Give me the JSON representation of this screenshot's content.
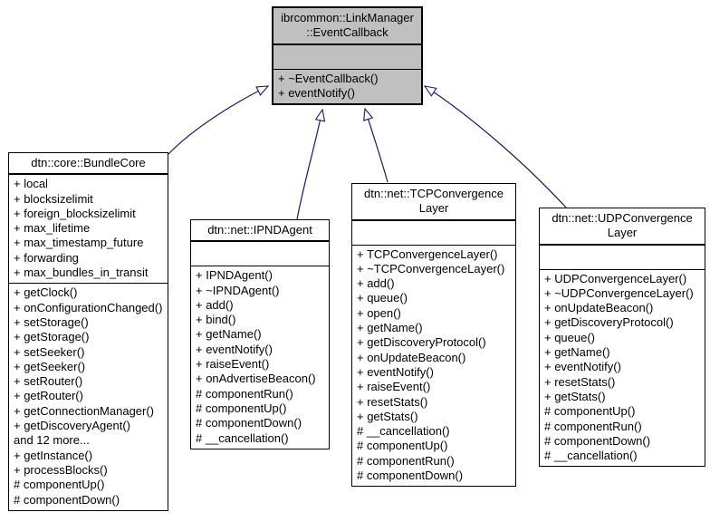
{
  "diagram": {
    "type": "uml-class-inheritance",
    "background_color": "#ffffff",
    "edge_color": "#191970",
    "base_fill_color": "#c0c0c0",
    "node_fill_color": "#ffffff",
    "border_color": "#000000"
  },
  "base": {
    "title_lines": [
      "ibrcommon::LinkManager",
      "::EventCallback"
    ],
    "attributes": [],
    "methods": [
      "+ ~EventCallback()",
      "+ eventNotify()"
    ]
  },
  "classes": [
    {
      "id": "bundlecore",
      "title_lines": [
        "dtn::core::BundleCore"
      ],
      "attributes": [
        "+ local",
        "+ blocksizelimit",
        "+ foreign_blocksizelimit",
        "+ max_lifetime",
        "+ max_timestamp_future",
        "+ forwarding",
        "+ max_bundles_in_transit"
      ],
      "methods": [
        "+ getClock()",
        "+ onConfigurationChanged()",
        "+ setStorage()",
        "+ getStorage()",
        "+ setSeeker()",
        "+ getSeeker()",
        "+ setRouter()",
        "+ getRouter()",
        "+ getConnectionManager()",
        "+ getDiscoveryAgent()",
        "and 12 more...",
        "+ getInstance()",
        "+ processBlocks()",
        "# componentUp()",
        "# componentDown()"
      ]
    },
    {
      "id": "ipndagent",
      "title_lines": [
        "dtn::net::IPNDAgent"
      ],
      "attributes": [],
      "methods": [
        "+ IPNDAgent()",
        "+ ~IPNDAgent()",
        "+ add()",
        "+ bind()",
        "+ getName()",
        "+ eventNotify()",
        "+ raiseEvent()",
        "+ onAdvertiseBeacon()",
        "# componentRun()",
        "# componentUp()",
        "# componentDown()",
        "# __cancellation()"
      ]
    },
    {
      "id": "tcpconvergencelayer",
      "title_lines": [
        "dtn::net::TCPConvergence",
        "Layer"
      ],
      "attributes": [],
      "methods": [
        "+ TCPConvergenceLayer()",
        "+ ~TCPConvergenceLayer()",
        "+ add()",
        "+ queue()",
        "+ open()",
        "+ getName()",
        "+ getDiscoveryProtocol()",
        "+ onUpdateBeacon()",
        "+ eventNotify()",
        "+ raiseEvent()",
        "+ resetStats()",
        "+ getStats()",
        "# __cancellation()",
        "# componentUp()",
        "# componentRun()",
        "# componentDown()"
      ]
    },
    {
      "id": "udpconvergencelayer",
      "title_lines": [
        "dtn::net::UDPConvergence",
        "Layer"
      ],
      "attributes": [],
      "methods": [
        "+ UDPConvergenceLayer()",
        "+ ~UDPConvergenceLayer()",
        "+ onUpdateBeacon()",
        "+ getDiscoveryProtocol()",
        "+ queue()",
        "+ getName()",
        "+ eventNotify()",
        "+ resetStats()",
        "+ getStats()",
        "# componentUp()",
        "# componentRun()",
        "# componentDown()",
        "# __cancellation()"
      ]
    }
  ]
}
